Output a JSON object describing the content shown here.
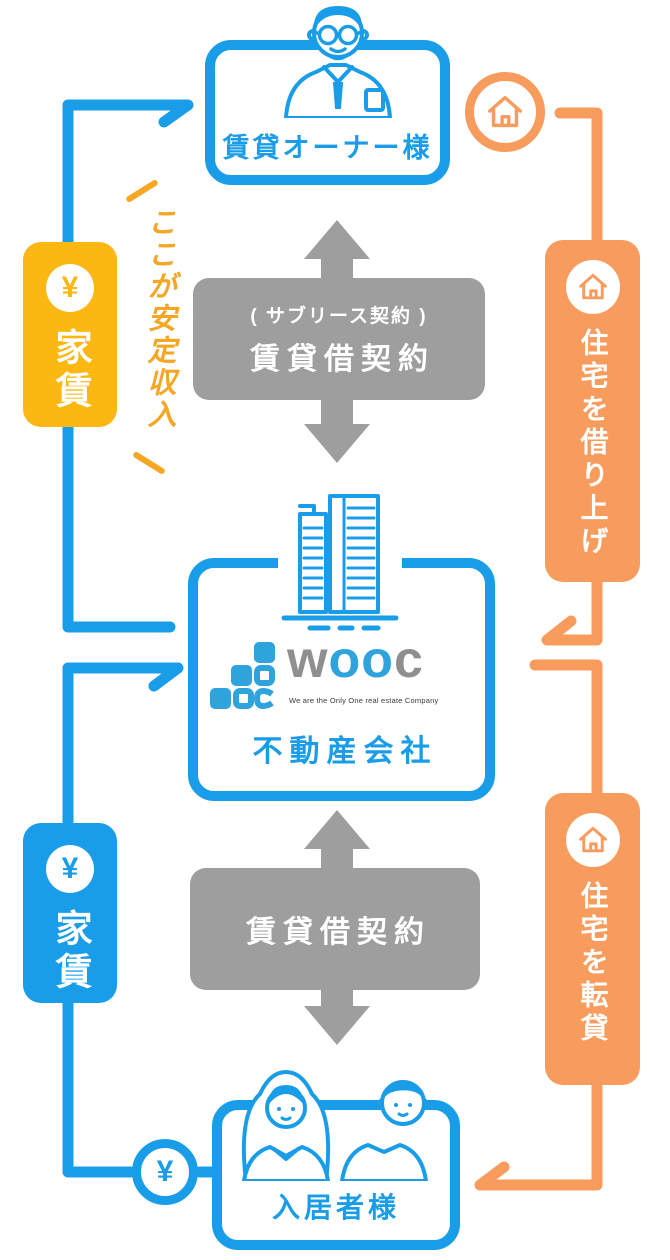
{
  "colors": {
    "blue": "#1a9de8",
    "orange": "#f89c5e",
    "yellow": "#fbb712",
    "annotation_yellow": "#f5a623",
    "gray": "#9e9e9e",
    "logo_gray": "#8f8f8f",
    "logo_blue": "#2fa3dc"
  },
  "owner": {
    "label": "賃貸オーナー様"
  },
  "company": {
    "label": "不動産会社",
    "logo_word_segments": [
      {
        "text": "w",
        "color": "#8f8f8f"
      },
      {
        "text": "oo",
        "color": "#2fa3dc"
      },
      {
        "text": "c",
        "color": "#8f8f8f"
      }
    ],
    "logo_tagline": "We are the Only One real estate Company"
  },
  "tenant": {
    "label": "入居者様"
  },
  "contracts": {
    "upper": {
      "note": "( サブリース契約 )",
      "title": "賃貸借契約"
    },
    "lower": {
      "title": "賃貸借契約"
    }
  },
  "money": {
    "owner_rent": {
      "symbol": "¥",
      "label": "家賃"
    },
    "tenant_rent": {
      "symbol": "¥",
      "label": "家賃"
    },
    "badge_symbol": "¥"
  },
  "flows": {
    "upper": {
      "label": "住宅を借り上げ"
    },
    "lower": {
      "label": "住宅を転貸"
    }
  },
  "annotation": {
    "text": "ここが安定収入"
  }
}
